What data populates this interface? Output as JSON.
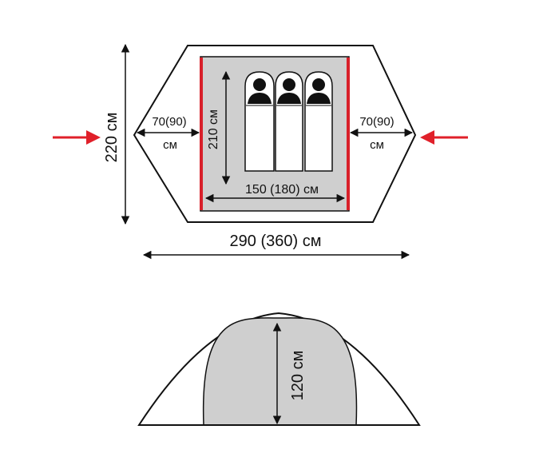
{
  "colors": {
    "outline": "#111111",
    "floor": "#cfcfcf",
    "door_wall": "#d8202a",
    "arrow": "#e0202a",
    "background": "#ffffff"
  },
  "icons": {
    "person": "person-silhouette-icon",
    "entrance_arrow": "arrow-right-icon"
  },
  "top_view": {
    "height_label": "220 см",
    "inner_length_label": "210 см",
    "inner_width_label": "150 (180) см",
    "total_width_label": "290 (360) см",
    "left_vestibule": {
      "size": "70(90)",
      "unit": "см"
    },
    "right_vestibule": {
      "size": "70(90)",
      "unit": "см"
    },
    "sleeping_places": 3
  },
  "side_view": {
    "height_label": "120 см"
  }
}
